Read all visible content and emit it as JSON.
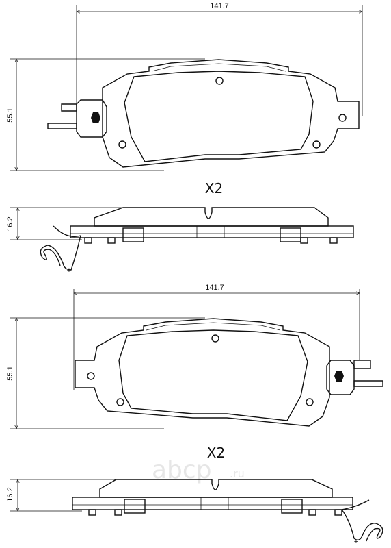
{
  "top_pad": {
    "width_label": "141.7",
    "height_label": "55.1",
    "quantity_label": "X2"
  },
  "top_side": {
    "thickness_label": "16.2"
  },
  "bottom_pad": {
    "width_label": "141.7",
    "height_label": "55.1",
    "quantity_label": "X2"
  },
  "bottom_side": {
    "thickness_label": "16.2"
  },
  "watermark": {
    "text": "abcp",
    "suffix": ".ru"
  }
}
